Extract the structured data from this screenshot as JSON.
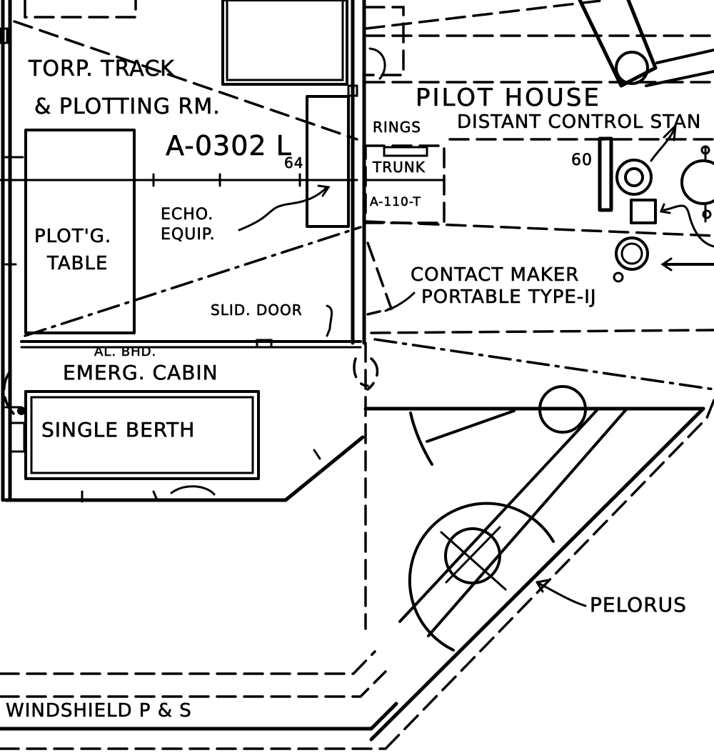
{
  "labels": {
    "torp_track_line1": "TORP. TRACK",
    "torp_track_line2": "& PLOTTING RM.",
    "room_number": "A-0302 L",
    "frame_64": "64",
    "frame_60": "60",
    "echo_equip_line1": "ECHO.",
    "echo_equip_line2": "EQUIP.",
    "plotting_table_line1": "PLOT'G.",
    "plotting_table_line2": "TABLE",
    "slid_door": "SLID. DOOR",
    "al_bhd": "AL. BHD.",
    "emerg_cabin": "EMERG. CABIN",
    "single_berth": "SINGLE BERTH",
    "pilot_house": "PILOT HOUSE",
    "distant_control_stand": "DISTANT CONTROL STAN",
    "rings": "RINGS",
    "trunk": "TRUNK",
    "trunk_number": "A-110-T",
    "contact_maker_line1": "CONTACT MAKER",
    "contact_maker_line2": "PORTABLE TYPE-IJ",
    "pelorus": "PELORUS",
    "windshield": "WINDSHIELD P & S"
  }
}
